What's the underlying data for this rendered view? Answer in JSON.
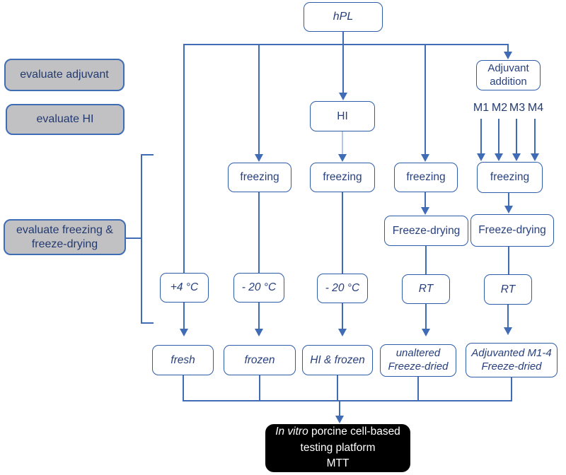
{
  "colors": {
    "line_blue": "#3f6cb5",
    "line_light_blue": "#b3c8e6",
    "box_border_blue": "#2e5da9",
    "text_navy": "#28407c",
    "legend_gray_fill": "#c1c1c3",
    "final_box_black": "#000000",
    "final_text_white": "#ffffff"
  },
  "legend": {
    "evaluate_adjuvant": "evaluate adjuvant",
    "evaluate_hi": "evaluate HI",
    "evaluate_freezing_l1": "evaluate freezing &",
    "evaluate_freezing_l2": "freeze-drying"
  },
  "flow": {
    "hpl": "hPL",
    "adjuvant_l1": "Adjuvant",
    "adjuvant_l2": "addition",
    "m_labels": [
      "M1",
      "M2",
      "M3",
      "M4"
    ],
    "hi": "HI",
    "freezing_label": "freezing",
    "freeze_drying_label": "Freeze-drying",
    "temp_plus4": "+4 °C",
    "temp_minus20": "- 20 °C",
    "rt": "RT",
    "results": {
      "fresh": "fresh",
      "frozen": "frozen",
      "hi_frozen": "HI & frozen",
      "unaltered_l1": "unaltered",
      "unaltered_l2": "Freeze-dried",
      "adjuvanted_l1": "Adjuvanted M1-4",
      "adjuvanted_l2": "Freeze-dried"
    }
  },
  "final": {
    "italic_lead": "In vitro",
    "line1_rest": " porcine cell-based",
    "line2": "testing platform",
    "line3": "MTT"
  }
}
